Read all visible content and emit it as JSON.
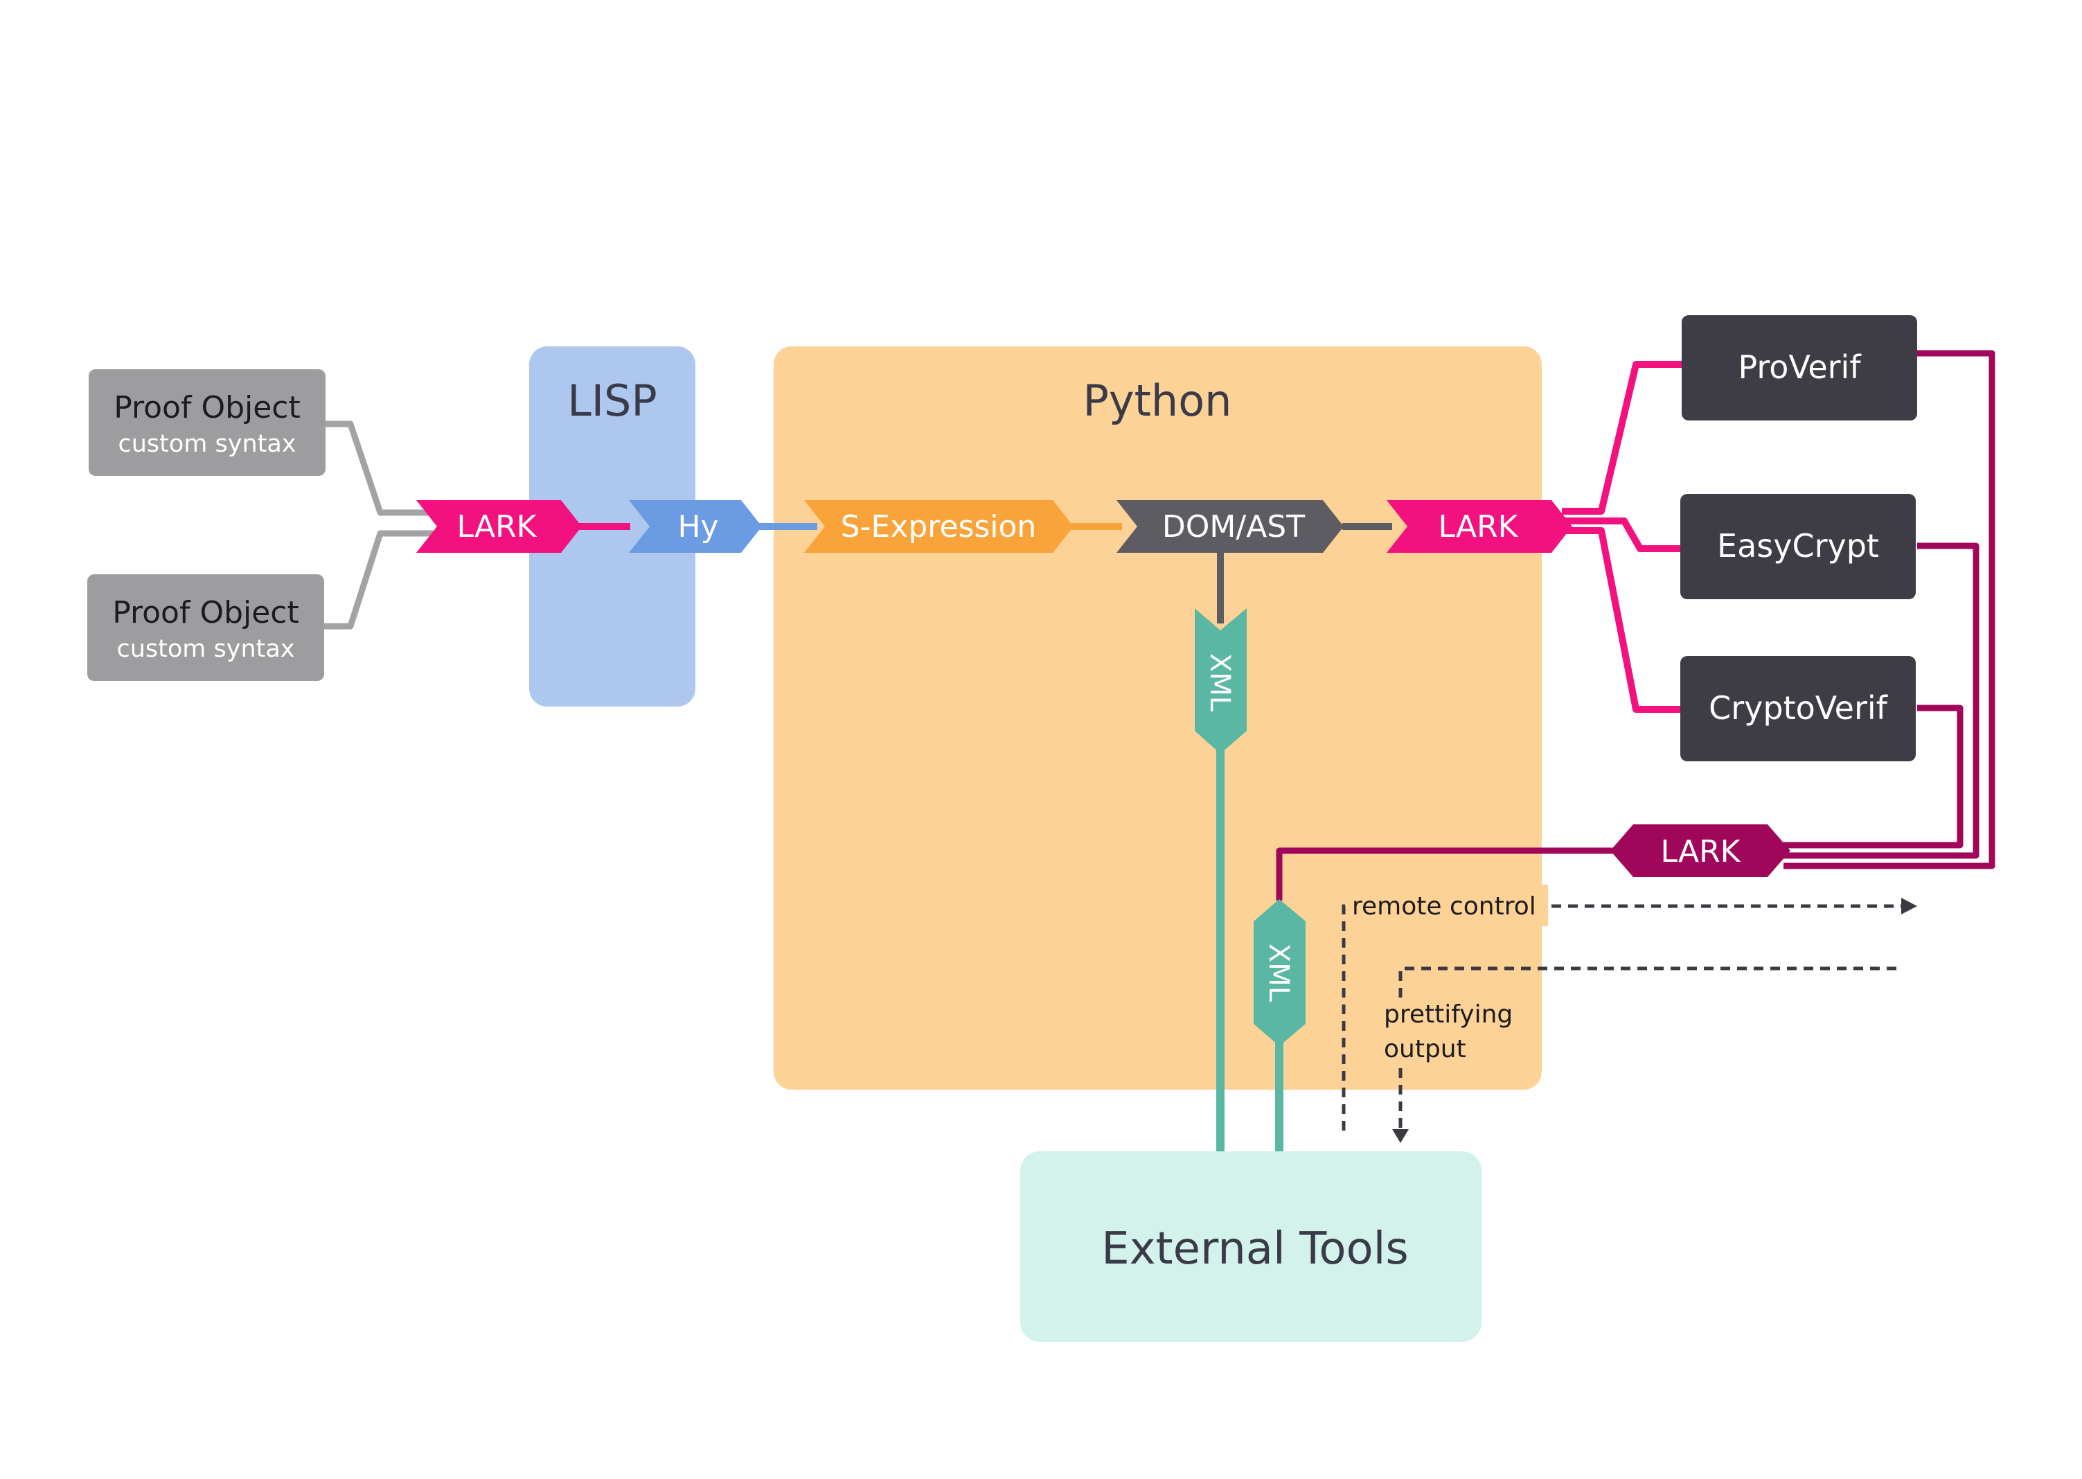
{
  "containers": {
    "lisp": "LISP",
    "python": "Python",
    "external_tools": "External Tools"
  },
  "proof_objects": [
    {
      "title": "Proof Object",
      "subtitle": "custom syntax"
    },
    {
      "title": "Proof Object",
      "subtitle": "custom syntax"
    }
  ],
  "tags": {
    "lark_input": "LARK",
    "hy": "Hy",
    "s_expression": "S-Expression",
    "dom_ast": "DOM/AST",
    "lark_output": "LARK",
    "xml_upper": "XML",
    "xml_lower": "XML",
    "lark_return": "LARK"
  },
  "tools": [
    "ProVerif",
    "EasyCrypt",
    "CryptoVerif"
  ],
  "annotations": {
    "remote_control": "remote control",
    "prettifying_line1": "prettifying",
    "prettifying_line2": "output"
  },
  "colors": {
    "lisp_bg": "#adc7ef",
    "python_bg": "#fdd296",
    "external_bg": "#d3f2ec",
    "proof_box": "#9d9c9f",
    "gray_line": "#a3a2a5",
    "lark_pink": "#f2117e",
    "hy_blue": "#6a9be3",
    "sexpr_orange": "#f9a43b",
    "dom_dark": "#5e5c63",
    "tool_box": "#3e3d46",
    "lark_return": "#a0075a",
    "xml_teal": "#5ab7a4",
    "dash": "#3b3a42"
  }
}
